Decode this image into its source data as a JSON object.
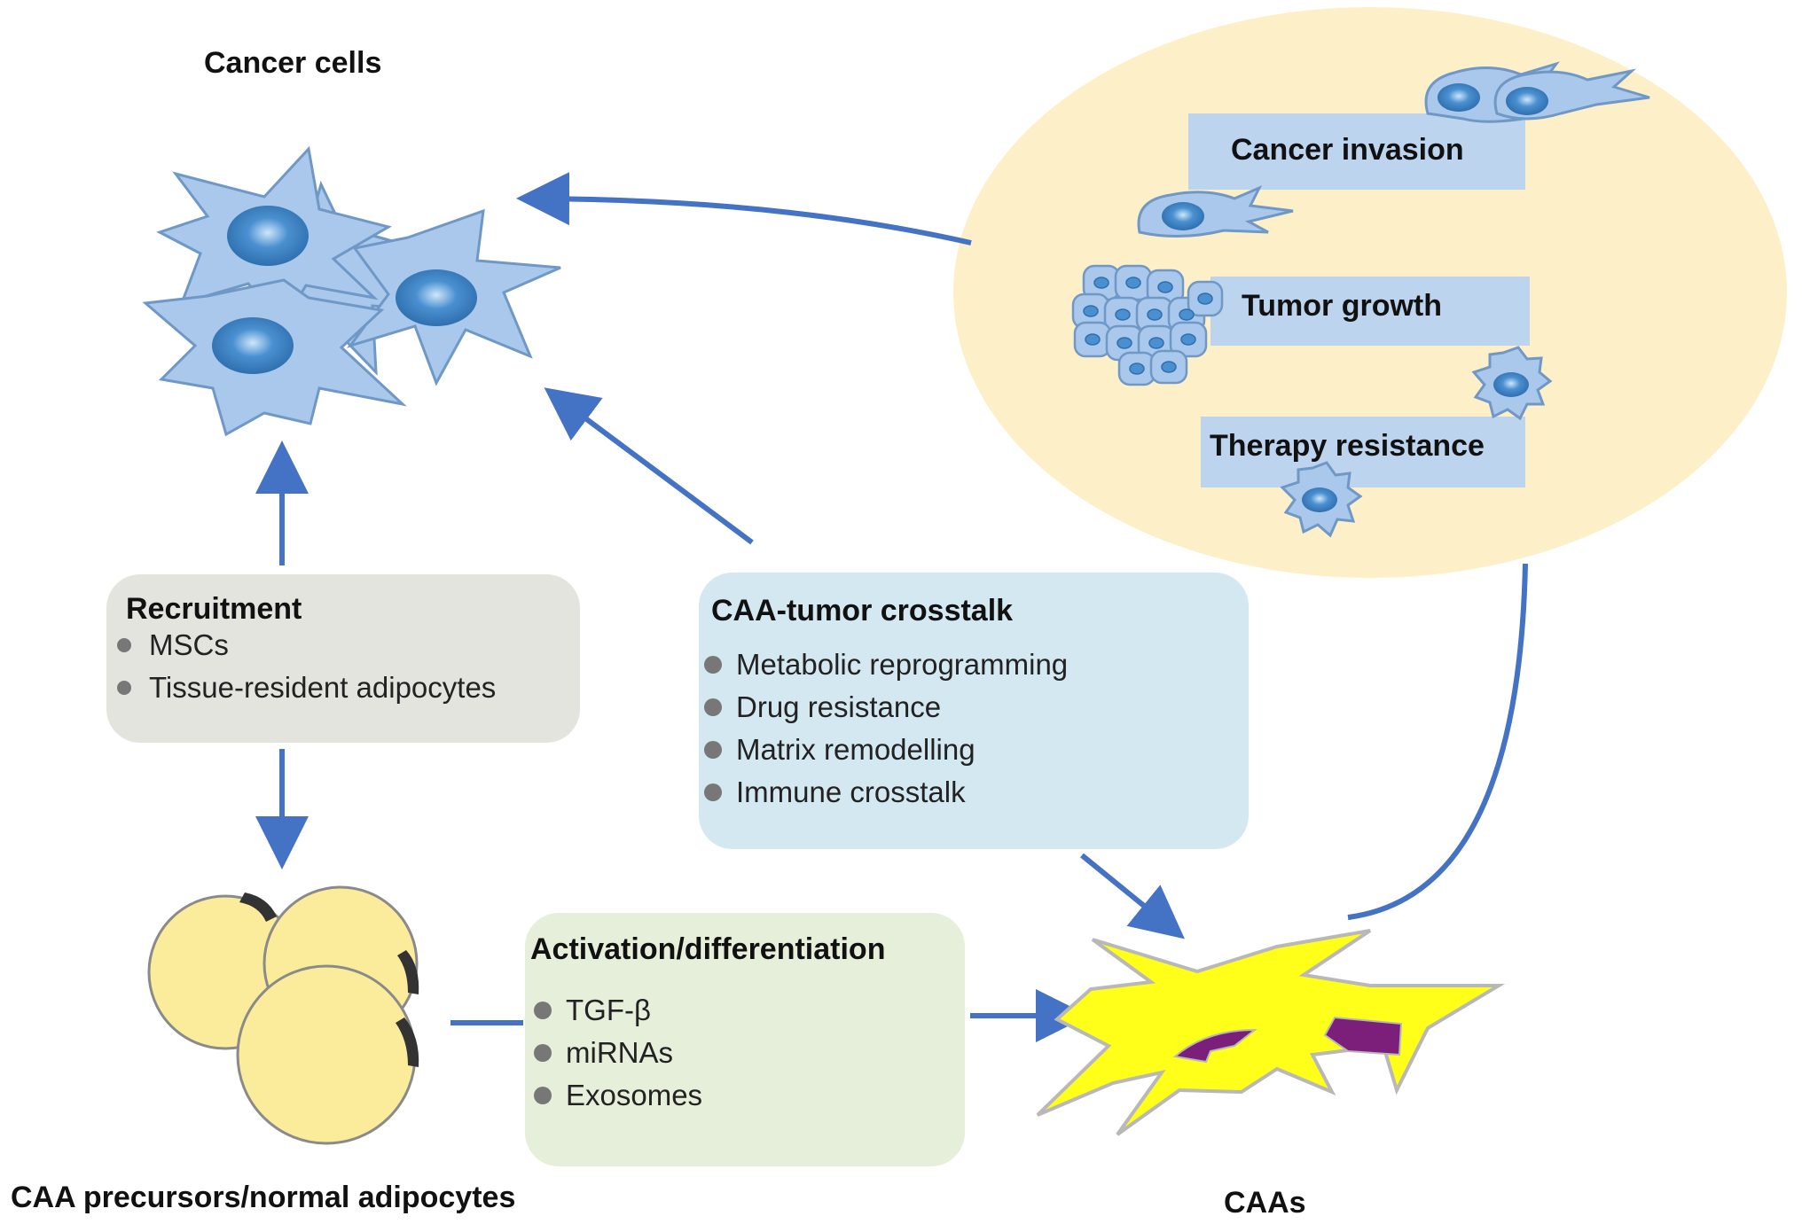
{
  "labels": {
    "cancer_cells": "Cancer cells",
    "caa_precursors": "CAA precursors/normal adipocytes",
    "caas": "CAAs"
  },
  "recruitment": {
    "title": "Recruitment",
    "items": [
      "MSCs",
      "Tissue-resident adipocytes"
    ]
  },
  "crosstalk": {
    "title": "CAA-tumor crosstalk",
    "items": [
      "Metabolic reprogramming",
      "Drug resistance",
      "Matrix remodelling",
      "Immune crosstalk"
    ]
  },
  "activation": {
    "title": "Activation/differentiation",
    "items": [
      "TGF-β",
      "miRNAs",
      "Exosomes"
    ]
  },
  "outcomes": {
    "cancer_invasion": "Cancer invasion",
    "tumor_growth": "Tumor growth",
    "therapy_resistance": "Therapy resistance"
  },
  "colors": {
    "arrow": "#4472c4",
    "cell_fill": "#a9c8ec",
    "cell_nucleus": "#4a90d0",
    "ellipse": "#fdf0c8",
    "outcome_bar": "#bcd4ee",
    "recruitment_box": "#e4e4de",
    "crosstalk_box": "#d4e8f2",
    "activation_box": "#e6efda",
    "adipocyte": "#fbec9c",
    "caa": "#ffff1a",
    "caa_nucleus": "#7b1f7b"
  }
}
